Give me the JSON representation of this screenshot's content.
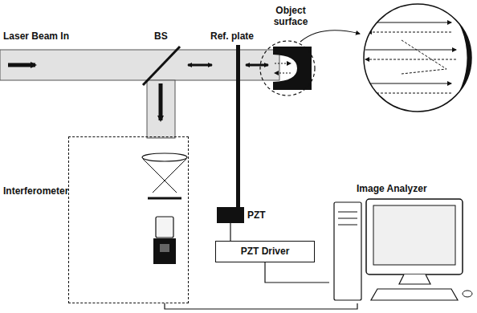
{
  "diagram": {
    "nodes": [
      {
        "text": [
          "Interferometer"
        ]
      },
      {
        "text": [
          "PZT"
        ]
      },
      {
        "text": [
          "PZT Driver"
        ]
      },
      {
        "text": [
          "Image Analyzer"
        ]
      }
    ],
    "edges": [
      {
        "from": 1,
        "to": 2,
        "arrow": "none"
      },
      {
        "from": 2,
        "to": 3,
        "arrow": "none"
      },
      {
        "from": 0,
        "to": 3,
        "arrow": "none"
      }
    ],
    "labels": [
      "Laser Beam In",
      "BS",
      "Ref. plate",
      "Object surface"
    ]
  }
}
